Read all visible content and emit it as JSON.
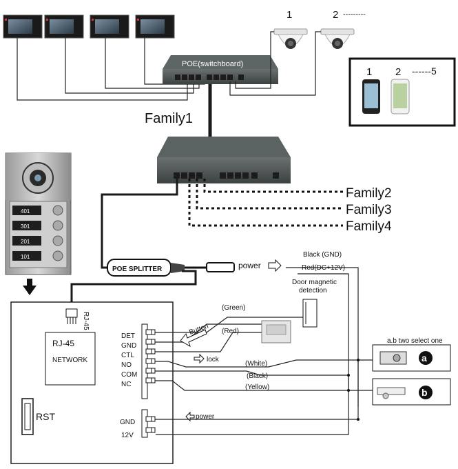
{
  "poe_switch": {
    "label": "POE(switchboard)"
  },
  "cameras": {
    "label_1": "1",
    "label_2": "2",
    "dashes": "---------"
  },
  "phones": {
    "label_1": "1",
    "label_2": "2",
    "label_5": "------5"
  },
  "families": {
    "family1": "Family1",
    "family2": "Family2",
    "family3": "Family3",
    "family4": "Family4"
  },
  "door_station": {
    "buttons": [
      "401",
      "301",
      "201",
      "101"
    ]
  },
  "splitter": {
    "label": "POE SPLITTER",
    "power": "power"
  },
  "wires": {
    "black_gnd": "Black (GND)",
    "red_dc12v": "Red(DC+12V)",
    "door_detection": "Door magnetic detection",
    "green": "(Green)",
    "red": "(Red)",
    "white": "(White)",
    "black": "(Black)",
    "yellow": "(Yellow)",
    "button": "Button",
    "lock": "lock",
    "power": "power"
  },
  "board": {
    "rj45_arrow": "RJ-45",
    "rj45_title": "RJ-45",
    "network": "NETWORK",
    "rst": "RST",
    "terminals": [
      "DET",
      "GND",
      "CTL",
      "NO",
      "COM",
      "NC"
    ],
    "power_terminals": [
      "GND",
      "12V"
    ]
  },
  "locks": {
    "select_label": "a.b two select one",
    "a": "a",
    "b": "b"
  }
}
